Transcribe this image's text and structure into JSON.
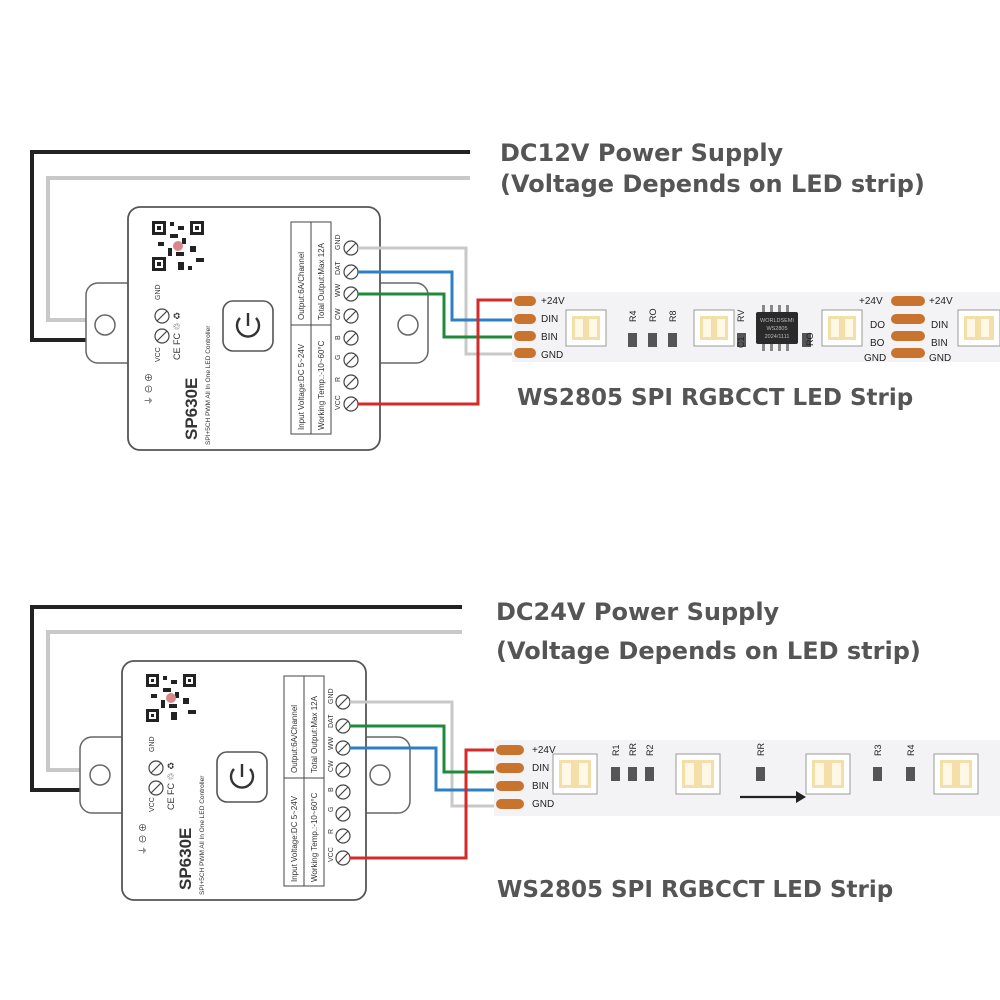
{
  "panels": [
    {
      "supply_line1": "DC12V Power Supply",
      "supply_line2": "(Voltage Depends on LED strip)",
      "strip_caption": "WS2805 SPI RGBCCT LED Strip",
      "controller": {
        "model": "SP630E",
        "subtitle": "SPI+5CH PWM All In One LED Controller",
        "spec_col1": [
          "Input Voltage:DC 5~24V",
          "Working Temp.:-10~60°C"
        ],
        "spec_col2": [
          "Output:6A/Channel",
          "Total Output:Max 12A"
        ],
        "terminals": [
          "GND",
          "DAT",
          "WW",
          "CW",
          "B",
          "G",
          "R",
          "VCC"
        ],
        "left_labels": [
          "GND",
          "VCC"
        ]
      },
      "strip_pads_left": [
        "+24V",
        "DIN",
        "BIN",
        "GND"
      ],
      "strip_components": [
        "R4",
        "RO",
        "R8",
        "RV",
        "C1",
        "RO"
      ],
      "strip_ic": [
        "WORLDSEMI",
        "WS2805",
        "2024/1111"
      ],
      "strip_pads_right_a": [
        "+24V",
        "DO",
        "BO",
        "GND"
      ],
      "strip_pads_right_b": [
        "+24V",
        "DIN",
        "BIN",
        "GND"
      ]
    },
    {
      "supply_line1": "DC24V Power Supply",
      "supply_line2": "(Voltage Depends on LED strip)",
      "strip_caption": "WS2805 SPI RGBCCT LED Strip",
      "controller": {
        "model": "SP630E",
        "subtitle": "SPI+5CH PWM All In One LED Controller",
        "spec_col1": [
          "Input Voltage:DC 5~24V",
          "Working Temp.:-10~60°C"
        ],
        "spec_col2": [
          "Output:6A/Channel",
          "Total Output:Max 12A"
        ],
        "terminals": [
          "GND",
          "DAT",
          "WW",
          "CW",
          "B",
          "G",
          "R",
          "VCC"
        ],
        "left_labels": [
          "GND",
          "VCC"
        ]
      },
      "strip_pads_left": [
        "+24V",
        "DIN",
        "BIN",
        "GND"
      ],
      "strip_components": [
        "R1",
        "RR",
        "R2",
        "RR",
        "R3",
        "R4"
      ]
    }
  ],
  "wire_colors": {
    "black": "#222222",
    "gray": "#c8c8c8",
    "blue": "#2e7fc4",
    "green": "#1f8a3a",
    "red": "#d42a2a",
    "pad": "#c8742f"
  }
}
